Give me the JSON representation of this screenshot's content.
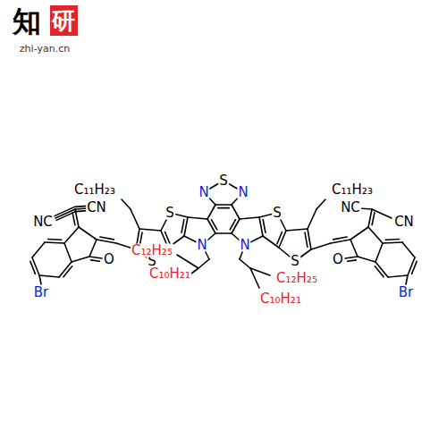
{
  "diagram": {
    "labels": [
      "知",
      "研",
      "zhi-yan.cn",
      "N",
      "S",
      "N",
      "C₁₁H₂₃",
      "C₁₁H₂₃",
      "CN",
      "NC",
      "NC",
      "CN",
      "S",
      "S",
      "S",
      "S",
      "N",
      "N",
      "C₁₂H₂₅",
      "C₁₀H₂₁",
      "C₁₂H₂₅",
      "C₁₀H₂₁",
      "O",
      "O",
      "Br",
      "Br"
    ]
  }
}
